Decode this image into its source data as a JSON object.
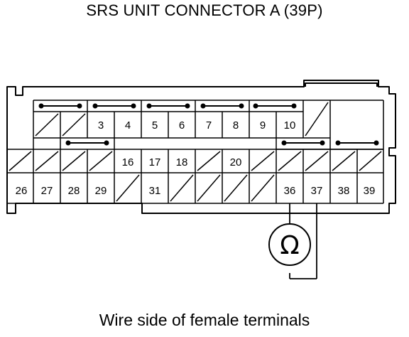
{
  "title": "SRS UNIT CONNECTOR A (39P)",
  "caption": "Wire side of female terminals",
  "meter_symbol": "Ω",
  "top_row_labels": [
    "3",
    "4",
    "5",
    "6",
    "7",
    "8",
    "9",
    "10"
  ],
  "middle_row_labels": [
    "16",
    "17",
    "18",
    "20"
  ],
  "bottom_row_labels": [
    "26",
    "27",
    "28",
    "29",
    "31",
    "36",
    "37",
    "38",
    "39"
  ],
  "measure_between_terminals": [
    "36",
    "37"
  ]
}
